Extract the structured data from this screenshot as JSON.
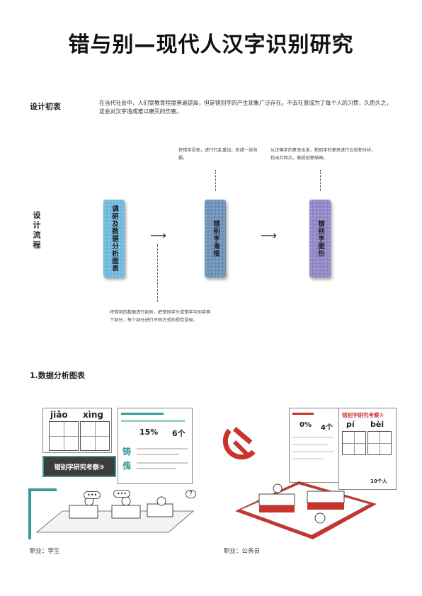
{
  "title": "错与别—现代人汉字识别研究",
  "intro": {
    "label": "设计初衷",
    "text": "在当代社会中，人们受教育程度普遍提高，但是错别字的产生现象广泛存在。不去在意成为了每个人的习惯，久而久之，这会对汉字造成难以磨灭的伤害。"
  },
  "process": {
    "label": "设计流程",
    "steps": [
      {
        "card": "调研及数据分析图表",
        "note": "将得到的数据进行剖析，把错别字分成错字与别字两个部分，每个部分进行不同方式的视觉呈现。"
      },
      {
        "card": "错别字海报",
        "note": "将错字呈现，进行打乱重组，形成一张海报。"
      },
      {
        "card": "错别字图形",
        "note": "从正确字的意思出发，和别字的意思进行比较和分析，找出共同点，做成创意插画。"
      }
    ]
  },
  "section1": {
    "label": "1.数据分析图表"
  },
  "left_scene": {
    "pinyin": [
      "jiǎo",
      "xìng"
    ],
    "banner": "错别字研究考察③",
    "stats": [
      "15%",
      "6个"
    ],
    "chars": [
      "铸",
      "傀"
    ],
    "bubbles": [
      "•••",
      "•••",
      "?"
    ],
    "occupation": "职业：学生"
  },
  "right_scene": {
    "banner": "错别字研究考察①",
    "pinyin": [
      "pí",
      "bèi"
    ],
    "stats": [
      "0%",
      "4个"
    ],
    "people": "10个人",
    "occupation": "职业：公务员"
  },
  "colors": {
    "teal": "#3a9a9a",
    "red": "#c8332b",
    "card1": "#6fb7dc",
    "card2": "#6c8fb8",
    "card3": "#8f86c6"
  }
}
